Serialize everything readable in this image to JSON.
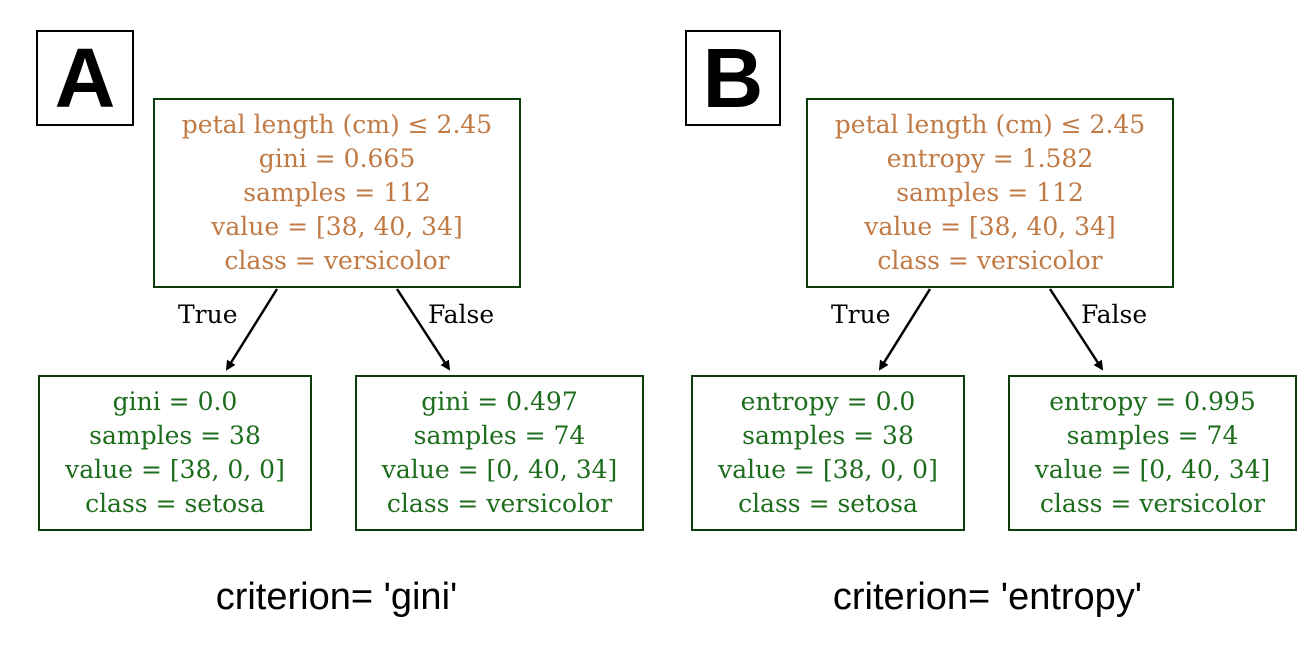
{
  "panels": [
    {
      "letter": "A",
      "root": {
        "lines": [
          "petal length (cm) ≤ 2.45",
          "gini = 0.665",
          "samples = 112",
          "value = [38, 40, 34]",
          "class = versicolor"
        ]
      },
      "true_label": "True",
      "false_label": "False",
      "left": {
        "lines": [
          "gini = 0.0",
          "samples = 38",
          "value = [38, 0, 0]",
          "class = setosa"
        ]
      },
      "right": {
        "lines": [
          "gini = 0.497",
          "samples = 74",
          "value = [0, 40, 34]",
          "class = versicolor"
        ]
      },
      "caption": "criterion= 'gini'"
    },
    {
      "letter": "B",
      "root": {
        "lines": [
          "petal length (cm) ≤ 2.45",
          "entropy = 1.582",
          "samples = 112",
          "value = [38, 40, 34]",
          "class = versicolor"
        ]
      },
      "true_label": "True",
      "false_label": "False",
      "left": {
        "lines": [
          "entropy = 0.0",
          "samples = 38",
          "value = [38, 0, 0]",
          "class = setosa"
        ]
      },
      "right": {
        "lines": [
          "entropy = 0.995",
          "samples = 74",
          "value = [0, 40, 34]",
          "class = versicolor"
        ]
      },
      "caption": "criterion= 'entropy'"
    }
  ],
  "colors": {
    "root_text": "#c07a45",
    "leaf_text": "#1d6d1d",
    "node_border": "#0b3d0b",
    "edge": "#000000"
  }
}
